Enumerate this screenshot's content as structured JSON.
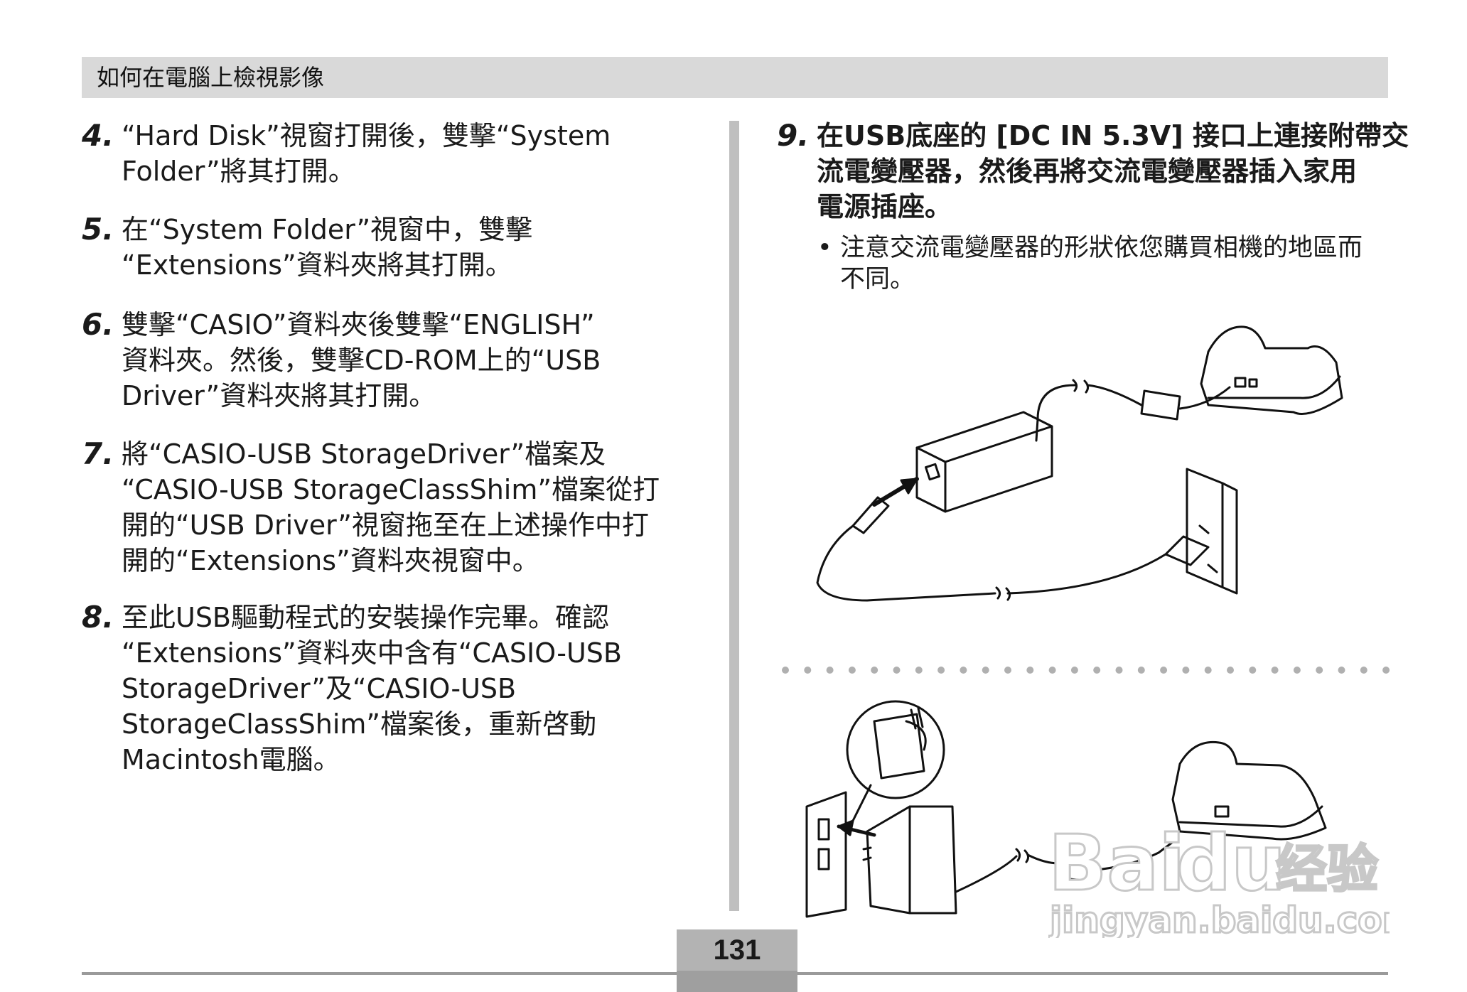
{
  "header": {
    "title": "如何在電腦上檢視影像"
  },
  "steps_left": [
    {
      "number": "4.",
      "lines": [
        "“Hard Disk”視窗打開後，雙擊“System",
        "Folder”將其打開。"
      ]
    },
    {
      "number": "5.",
      "lines": [
        "在“System Folder”視窗中，雙擊",
        "“Extensions”資料夾將其打開。"
      ]
    },
    {
      "number": "6.",
      "lines": [
        "雙擊“CASIO”資料夾後雙擊“ENGLISH”",
        "資料夾。然後，雙擊CD-ROM上的“USB",
        "Driver”資料夾將其打開。"
      ]
    },
    {
      "number": "7.",
      "lines": [
        "將“CASIO-USB StorageDriver”檔案及",
        "“CASIO-USB StorageClassShim”檔案從打",
        "開的“USB Driver”視窗拖至在上述操作中打",
        "開的“Extensions”資料夾視窗中。"
      ]
    },
    {
      "number": "8.",
      "lines": [
        "至此USB驅動程式的安裝操作完畢。確認",
        "“Extensions”資料夾中含有“CASIO-USB",
        "StorageDriver”及“CASIO-USB",
        "StorageClassShim”檔案後，重新啓動",
        "Macintosh電腦。"
      ]
    }
  ],
  "step_right": {
    "number": "9.",
    "lines": [
      "在USB底座的 [DC IN 5.3V] 接口上連接附帶交",
      "流電變壓器，然後再將交流電變壓器插入家用",
      "電源插座。"
    ]
  },
  "note": {
    "bullet": "•",
    "lines": [
      "注意交流電變壓器的形狀依您購買相機的地區而",
      "不同。"
    ]
  },
  "footer": {
    "page_number": "131"
  },
  "watermark": {
    "brand": "Bai",
    "paw": "du",
    "suffix": "经验",
    "url": "jingyan.baidu.com"
  },
  "colors": {
    "header_bg": "#d9d9d9",
    "divider": "#bfbfbf",
    "page_box": "#b3b3b3"
  }
}
